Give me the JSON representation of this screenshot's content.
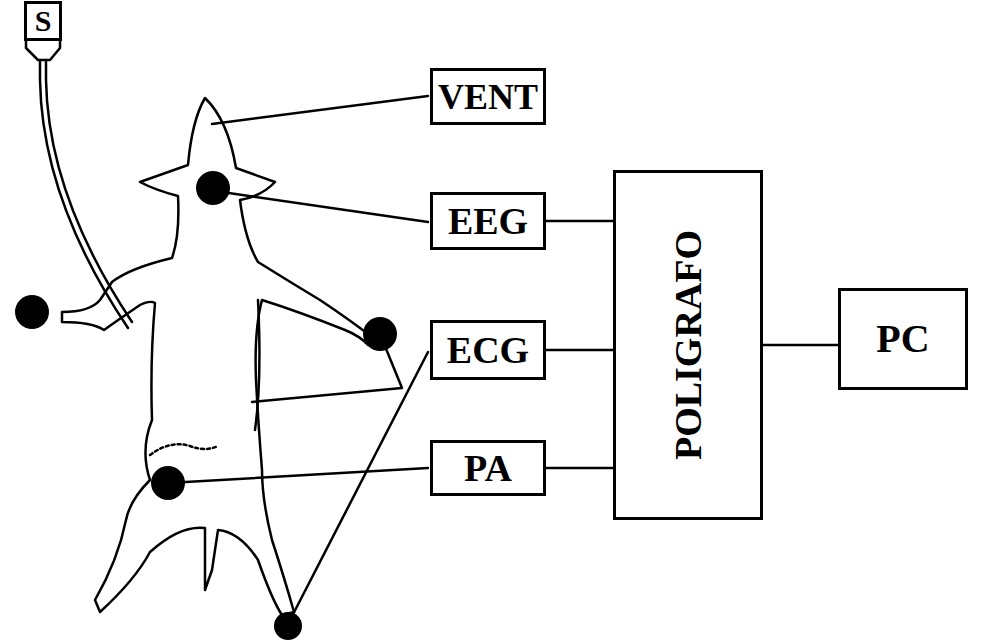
{
  "diagram": {
    "nodes": [
      {
        "text": [
          "S"
        ]
      },
      {
        "text": [
          "VENT"
        ]
      },
      {
        "text": [
          "EEG"
        ]
      },
      {
        "text": [
          "ECG"
        ]
      },
      {
        "text": [
          "PA"
        ]
      },
      {
        "text": [
          "POLIGRAFO"
        ]
      },
      {
        "text": [
          "PC"
        ]
      }
    ],
    "edges": [
      {
        "from": 2,
        "to": 5,
        "arrow": "none"
      },
      {
        "from": 3,
        "to": 5,
        "arrow": "none"
      },
      {
        "from": 4,
        "to": 5,
        "arrow": "none"
      },
      {
        "from": 5,
        "to": 6,
        "arrow": "none"
      }
    ]
  }
}
